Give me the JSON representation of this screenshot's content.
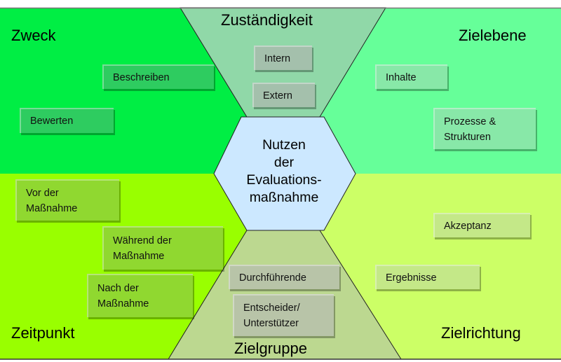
{
  "center": {
    "label": "Nutzen\nder\nEvaluations-\nmaßnahme"
  },
  "sections": {
    "zweck": {
      "title": "Zweck",
      "items": [
        "Beschreiben",
        "Bewerten"
      ]
    },
    "zustaendigkeit": {
      "title": "Zuständigkeit",
      "items": [
        "Intern",
        "Extern"
      ]
    },
    "zielebene": {
      "title": "Zielebene",
      "items": [
        "Inhalte",
        "Prozesse &\nStrukturen"
      ]
    },
    "zeitpunkt": {
      "title": "Zeitpunkt",
      "items": [
        "Vor der\nMaßnahme",
        "Während der\nMaßnahme",
        "Nach der\nMaßnahme"
      ]
    },
    "zielgruppe": {
      "title": "Zielgruppe",
      "items": [
        "Durchführende",
        "Entscheider/\nUnterstützer"
      ]
    },
    "zielrichtung": {
      "title": "Zielrichtung",
      "items": [
        "Akzeptanz",
        "Ergebnisse"
      ]
    }
  },
  "colors": {
    "zweck": "#00ee44",
    "zielebene": "#66ff99",
    "zeitpunkt": "#99ff00",
    "zielrichtung": "#ccff66",
    "zustaendigkeit": "#90d8a8",
    "zielgruppe": "#bcd890",
    "center": "#cce8ff"
  }
}
